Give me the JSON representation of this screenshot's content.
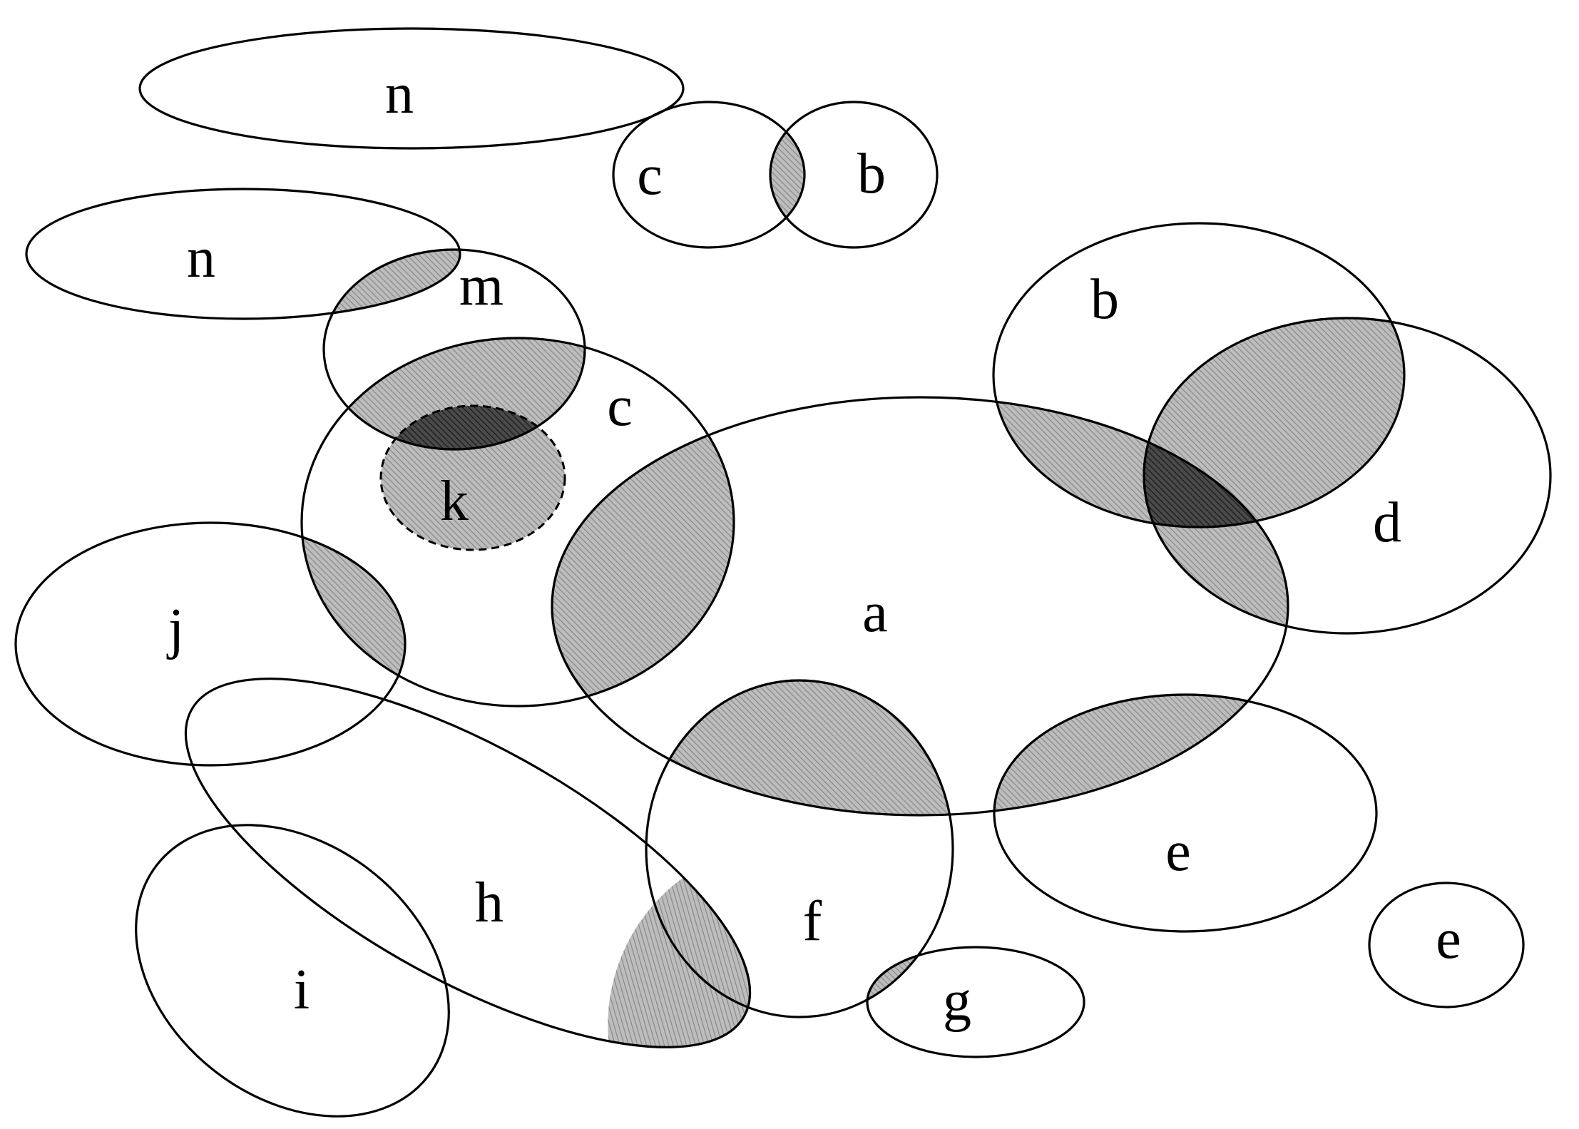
{
  "diagram": {
    "colors": {
      "outline": "#000000",
      "zone_light": "#a9a9a9",
      "zone_dark": "#3a3a3a",
      "background": "#ffffff"
    },
    "labels": {
      "n_top": "n",
      "c_top": "c",
      "b_top": "b",
      "n_left": "n",
      "m": "m",
      "c_main": "c",
      "k": "k",
      "b_right": "b",
      "d": "d",
      "a": "a",
      "j": "j",
      "h": "h",
      "i": "i",
      "f": "f",
      "g": "g",
      "e_mid": "e",
      "e_small": "e"
    }
  }
}
